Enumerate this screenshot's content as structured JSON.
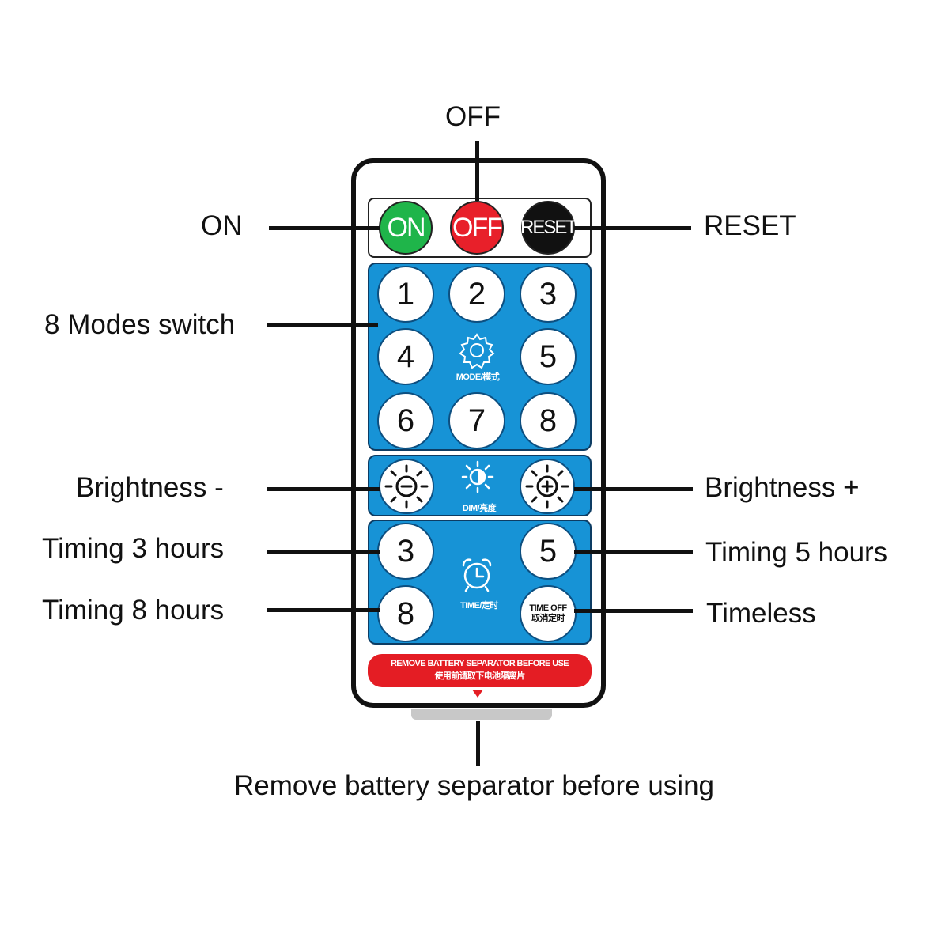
{
  "title": "Remote control button guide",
  "colors": {
    "on": "#1fb54a",
    "off": "#e8202a",
    "reset": "#111111",
    "panel_blue": "#1793d6",
    "warning_red": "#e41d24"
  },
  "callouts": {
    "off": "OFF",
    "on": "ON",
    "reset": "RESET",
    "modes": "8 Modes switch",
    "brightness_minus": "Brightness -",
    "brightness_plus": "Brightness +",
    "timing_3": "Timing 3 hours",
    "timing_5": "Timing 5 hours",
    "timing_8": "Timing 8 hours",
    "timeless": "Timeless",
    "battery": "Remove battery separator before using"
  },
  "remote": {
    "power_buttons": {
      "on": "ON",
      "off": "OFF",
      "reset": "RESET"
    },
    "mode_buttons": [
      "1",
      "2",
      "3",
      "4",
      "5",
      "6",
      "7",
      "8"
    ],
    "mode_center_label": "MODE/模式",
    "mode_center_icon": "gear-icon",
    "dim_center_label": "DIM/亮度",
    "dim_center_icon": "brightness-icon",
    "brightness_minus_icon": "sun-minus-icon",
    "brightness_plus_icon": "sun-plus-icon",
    "timer_buttons": {
      "t3": "3",
      "t5": "5",
      "t8": "8",
      "time_off_line1": "TIME OFF",
      "time_off_line2": "取消定时"
    },
    "timer_center_label": "TIME/定时",
    "timer_center_icon": "alarm-clock-icon",
    "warning_line1": "REMOVE BATTERY SEPARATOR BEFORE USE",
    "warning_line2": "使用前请取下电池隔离片"
  }
}
